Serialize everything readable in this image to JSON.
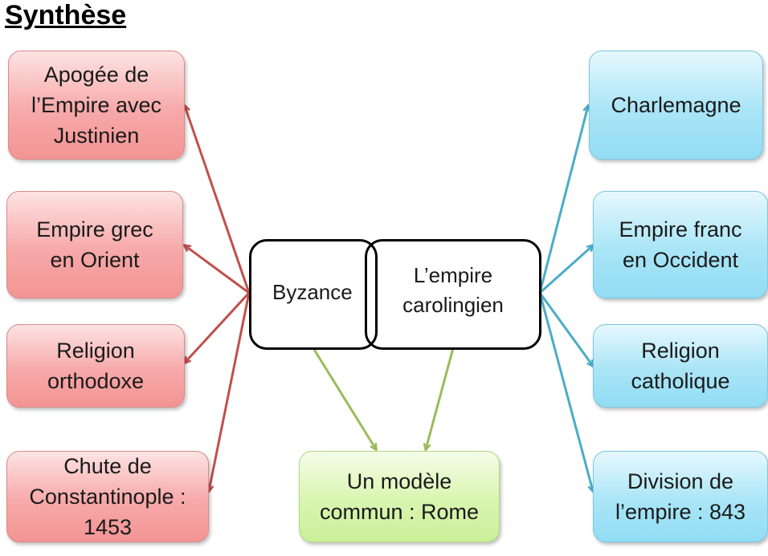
{
  "title": "Synthèse",
  "center": {
    "left_label": "Byzance",
    "right_label": "L’empire\ncarolingien"
  },
  "left_items": [
    "Apogée de\nl’Empire avec\nJustinien",
    "Empire grec\nen Orient",
    "Religion\northodoxe",
    "Chute de\nConstantinople :\n1453"
  ],
  "right_items": [
    "Charlemagne",
    "Empire franc\nen Occident",
    "Religion\ncatholique",
    "Division de\nl’empire : 843"
  ],
  "bottom_item": "Un modèle\ncommun : Rome",
  "colors": {
    "left_arrows": "#c0504d",
    "right_arrows": "#4bacc6",
    "bottom_arrows": "#9bbb59"
  }
}
